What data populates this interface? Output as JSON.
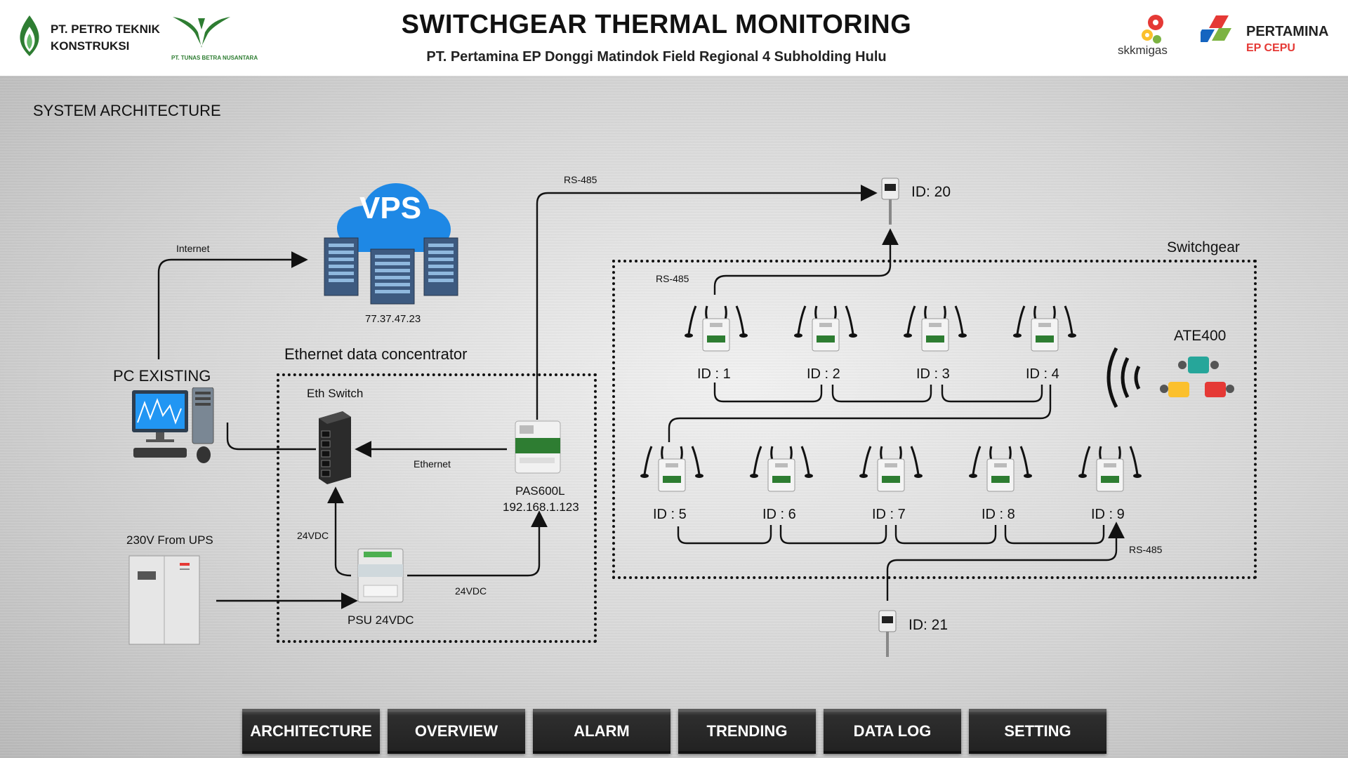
{
  "header": {
    "title": "SWITCHGEAR THERMAL MONITORING",
    "subtitle": "PT. Pertamina EP Donggi Matindok Field Regional 4 Subholding Hulu",
    "logo_left_line1": "PT. PETRO TEKNIK",
    "logo_left_line2": "KONSTRUKSI",
    "logo_tunas": "PT. TUNAS BETRA NUSANTARA",
    "logo_skk": "skkmigas",
    "logo_pertamina_line1": "PERTAMINA",
    "logo_pertamina_line2": "EP CEPU"
  },
  "page_title": "SYSTEM ARCHITECTURE",
  "diagram": {
    "vps_label": "VPS",
    "vps_ip": "77.37.47.23",
    "internet_label": "Internet",
    "pc_label": "PC EXISTING",
    "concentrator_label": "Ethernet data concentrator",
    "eth_switch_label": "Eth Switch",
    "ethernet_label": "Ethernet",
    "pas_label": "PAS600L",
    "pas_ip": "192.168.1.123",
    "ups_label": "230V From UPS",
    "psu_label": "PSU 24VDC",
    "vdc_label_1": "24VDC",
    "vdc_label_2": "24VDC",
    "rs485_top": "RS-485",
    "rs485_switchgear": "RS-485",
    "rs485_bottom": "RS-485",
    "switchgear_label": "Switchgear",
    "ate_label": "ATE400",
    "id20": "ID: 20",
    "id21": "ID: 21",
    "sensors": [
      "ID : 1",
      "ID : 2",
      "ID : 3",
      "ID : 4",
      "ID : 5",
      "ID : 6",
      "ID : 7",
      "ID : 8",
      "ID : 9"
    ]
  },
  "nav": {
    "items": [
      "ARCHITECTURE",
      "OVERVIEW",
      "ALARM",
      "TRENDING",
      "DATA LOG",
      "SETTING"
    ],
    "active": "ARCHITECTURE"
  },
  "colors": {
    "wire": "#111111",
    "vps_cloud": "#1e88e5",
    "pertamina_red": "#e53935",
    "pertamina_blue": "#1565c0",
    "petro_green": "#2e7d32",
    "nav_bg": "#2a2a2a"
  }
}
